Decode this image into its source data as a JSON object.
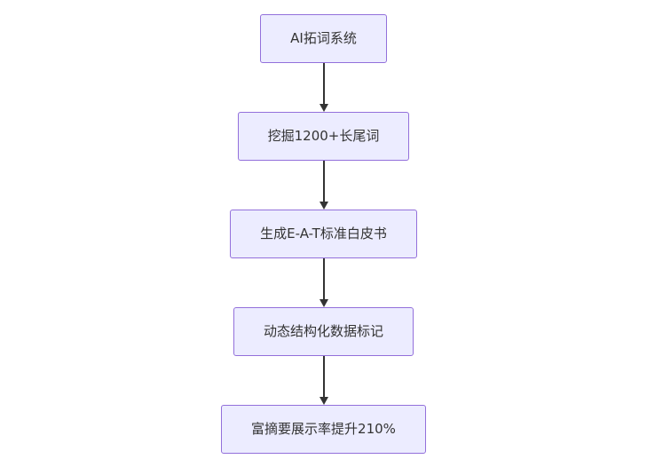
{
  "flowchart": {
    "direction": "top-down",
    "nodes": [
      {
        "id": "A",
        "label": "AI拓词系统"
      },
      {
        "id": "B",
        "label": "挖掘1200+长尾词"
      },
      {
        "id": "C",
        "label": "生成E-A-T标准白皮书"
      },
      {
        "id": "D",
        "label": "动态结构化数据标记"
      },
      {
        "id": "E",
        "label": "富摘要展示率提升210%"
      }
    ],
    "edges": [
      {
        "from": "A",
        "to": "B"
      },
      {
        "from": "B",
        "to": "C"
      },
      {
        "from": "C",
        "to": "D"
      },
      {
        "from": "D",
        "to": "E"
      }
    ],
    "colors": {
      "node_fill": "#ececff",
      "node_border": "#9370db",
      "node_text": "#333333",
      "arrow": "#333333",
      "background": "#ffffff"
    }
  }
}
